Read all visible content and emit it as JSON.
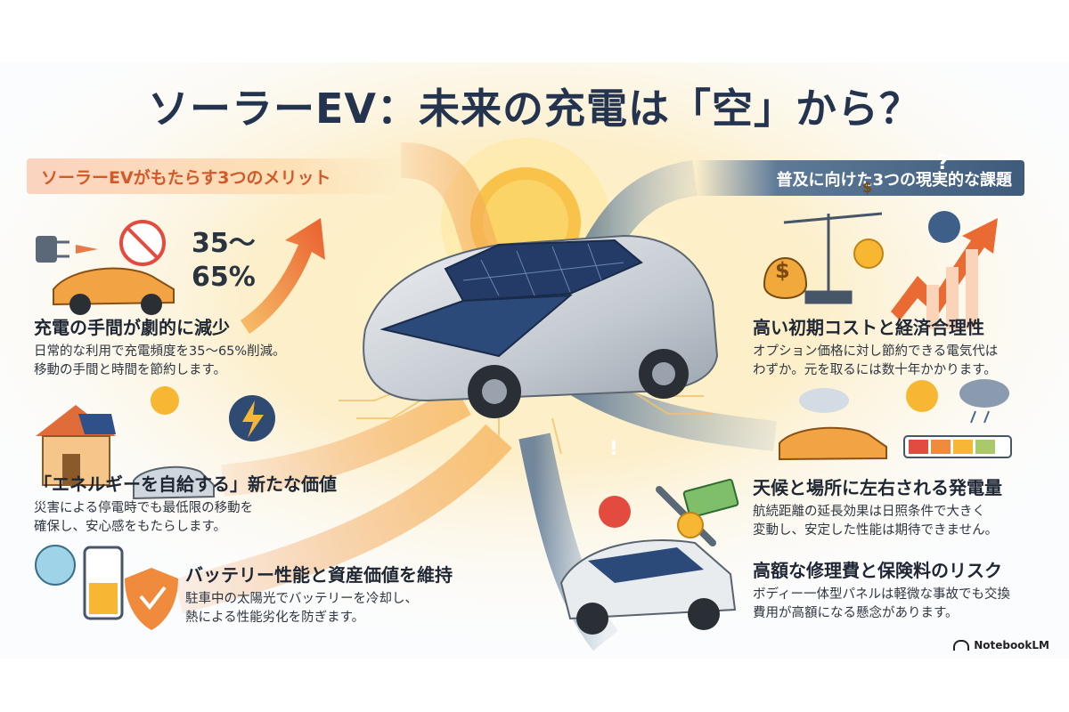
{
  "title": "ソーラーEV：未来の充電は「空」から？",
  "merits_header": "ソーラーEVがもたらす3つのメリット",
  "challenges_header": "普及に向けた3つの現実的な課題",
  "stat": {
    "line1": "35～",
    "line2": "65%"
  },
  "merits": [
    {
      "title": "充電の手間が劇的に減少",
      "body": [
        "日常的な利用で充電頻度を35～65%削減。",
        "移動の手間と時間を節約します。"
      ]
    },
    {
      "title": "「エネルギーを自給する」新たな価値",
      "body": [
        "災害による停電時でも最低限の移動を",
        "確保し、安心感をもたらします。"
      ]
    },
    {
      "title": "バッテリー性能と資産価値を維持",
      "body": [
        "駐車中の太陽光でバッテリーを冷却し、",
        "熱による性能劣化を防ぎます。"
      ]
    }
  ],
  "challenges": [
    {
      "title": "高い初期コストと経済合理性",
      "body": [
        "オプション価格に対し節約できる電気代は",
        "わずか。元を取るには数十年かかります。"
      ]
    },
    {
      "title": "天候と場所に左右される発電量",
      "body": [
        "航続距離の延長効果は日照条件で大きく",
        "変動し、安定した性能は期待できません。"
      ]
    },
    {
      "title": "高額な修理費と保険料のリスク",
      "body": [
        "ボディー一体型パネルは軽微な事故でも交換",
        "費用が高額になる懸念があります。"
      ]
    }
  ],
  "icons": {
    "money_bag": "$",
    "coin": "$",
    "question": "?",
    "alert": "!"
  },
  "credit": "NotebookLM",
  "colors": {
    "title": "#24344f",
    "merit_accent": "#d25a2a",
    "challenge_ribbon": "#3f5b7c",
    "sun": "#f7b733",
    "car_body": "#c9ced4"
  }
}
